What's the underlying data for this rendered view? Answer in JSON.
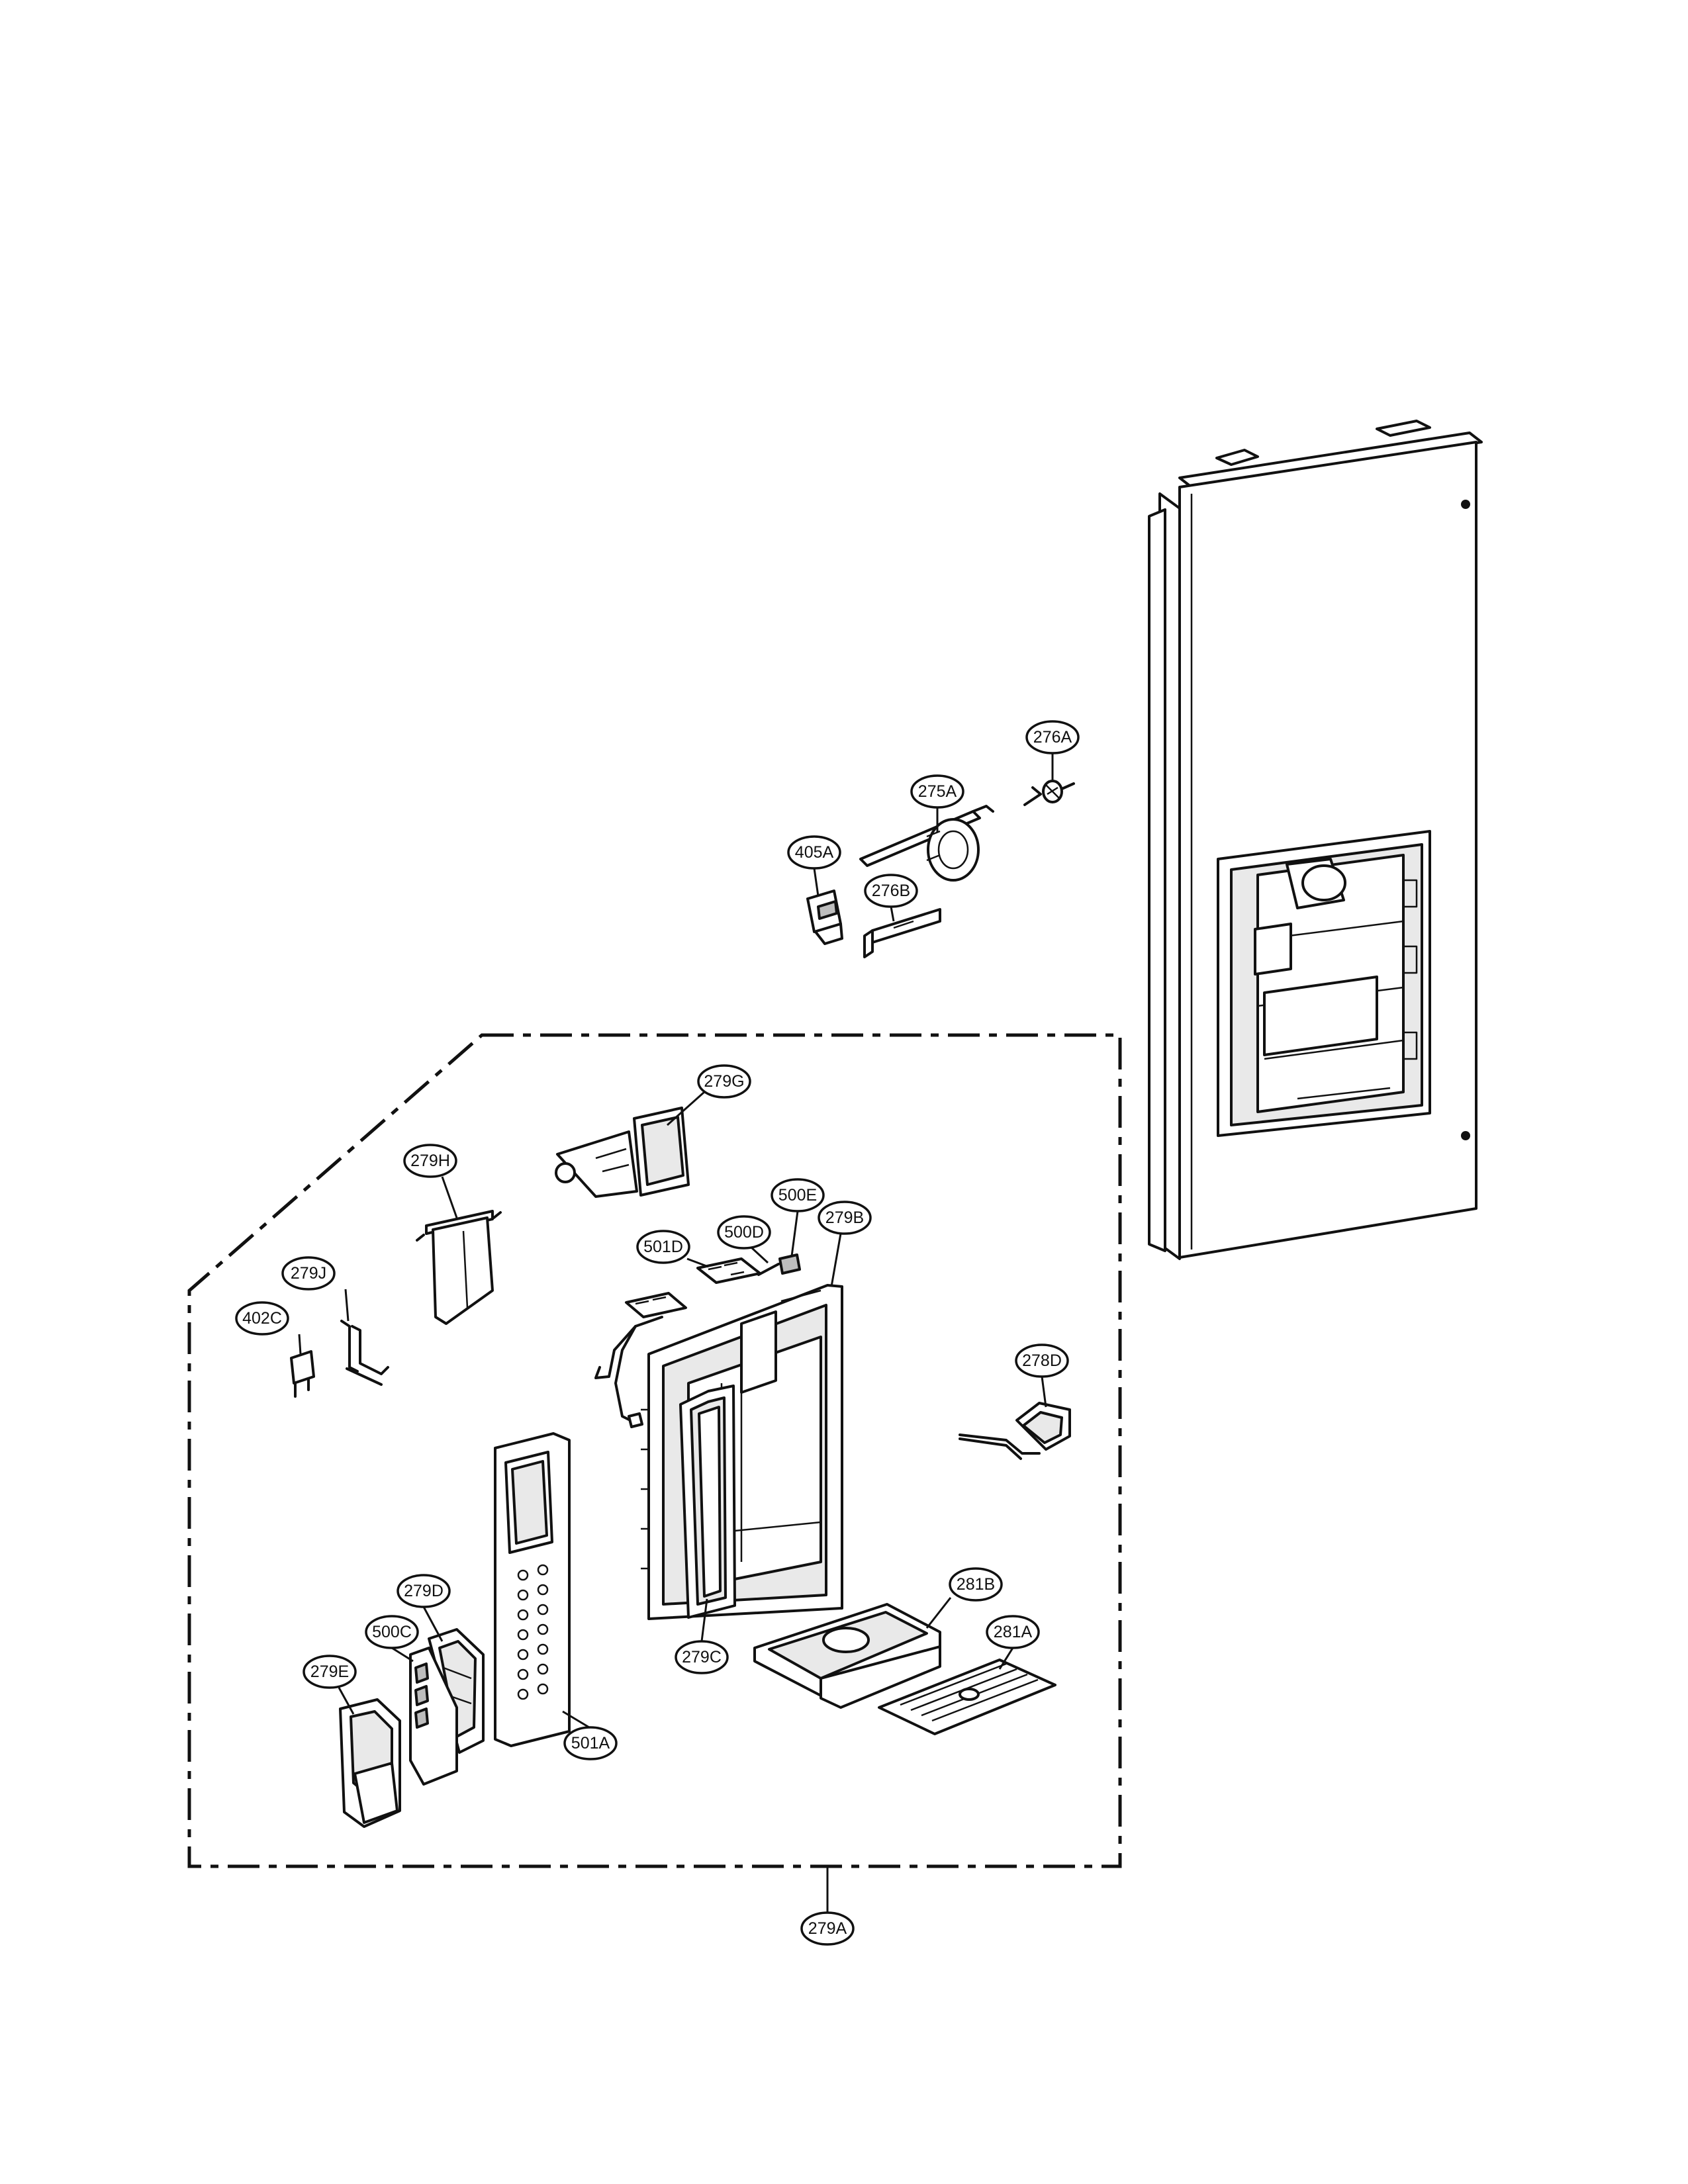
{
  "callouts": [
    {
      "id": "276A",
      "label": "276A"
    },
    {
      "id": "275A",
      "label": "275A"
    },
    {
      "id": "405A",
      "label": "405A"
    },
    {
      "id": "276B",
      "label": "276B"
    },
    {
      "id": "279G",
      "label": "279G"
    },
    {
      "id": "279H",
      "label": "279H"
    },
    {
      "id": "500E",
      "label": "500E"
    },
    {
      "id": "279B",
      "label": "279B"
    },
    {
      "id": "501D",
      "label": "501D"
    },
    {
      "id": "500D",
      "label": "500D"
    },
    {
      "id": "279J",
      "label": "279J"
    },
    {
      "id": "402C",
      "label": "402C"
    },
    {
      "id": "278D",
      "label": "278D"
    },
    {
      "id": "279D",
      "label": "279D"
    },
    {
      "id": "281B",
      "label": "281B"
    },
    {
      "id": "500C",
      "label": "500C"
    },
    {
      "id": "281A",
      "label": "281A"
    },
    {
      "id": "279E",
      "label": "279E"
    },
    {
      "id": "279C",
      "label": "279C"
    },
    {
      "id": "501A",
      "label": "501A"
    },
    {
      "id": "279A",
      "label": "279A"
    }
  ]
}
